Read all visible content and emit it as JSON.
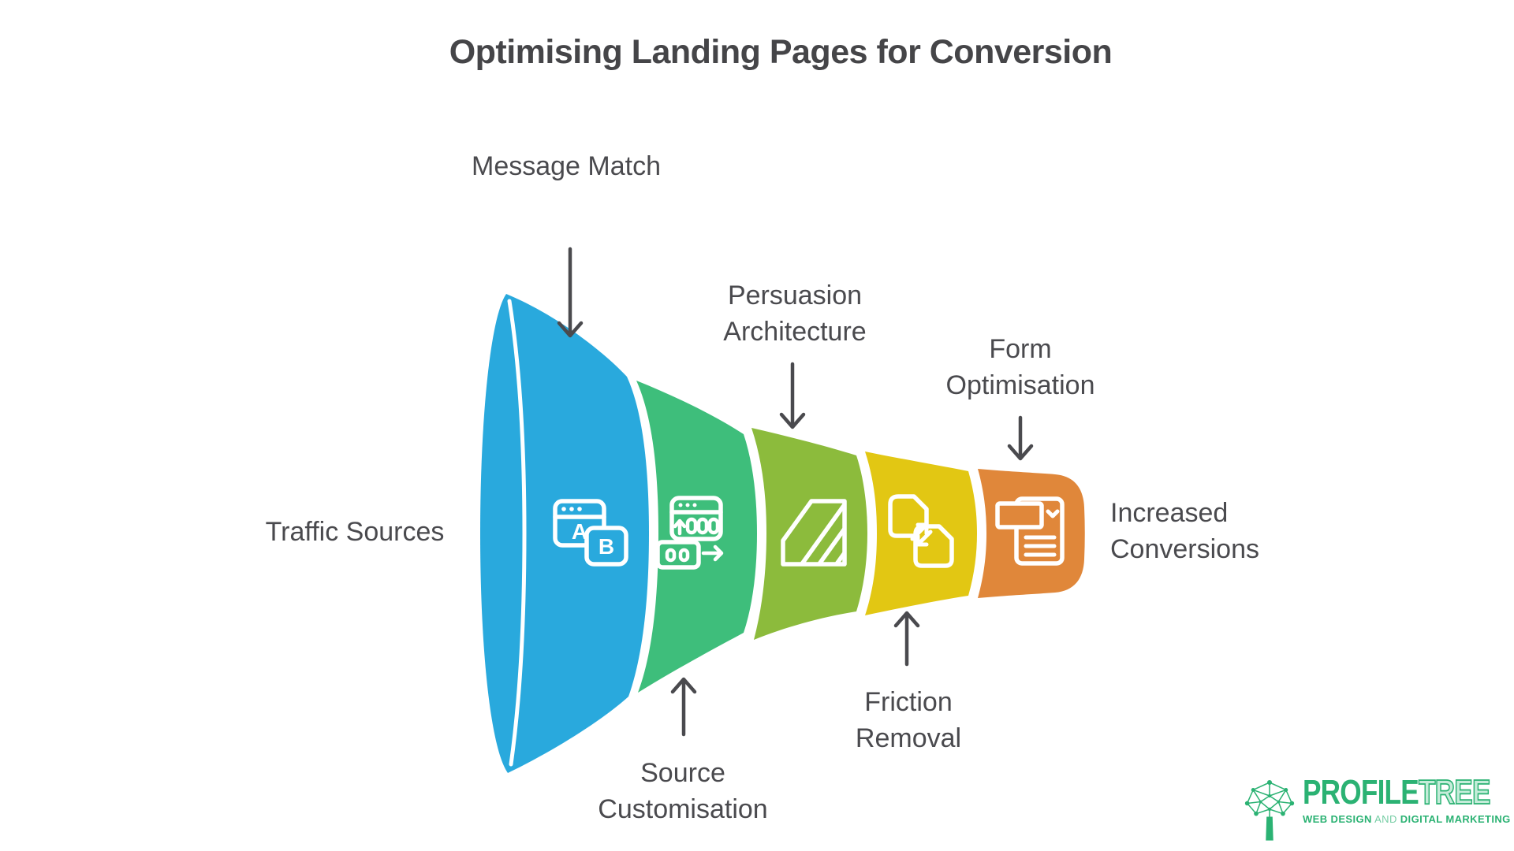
{
  "title": "Optimising Landing Pages for Conversion",
  "funnel": {
    "input_label": "Traffic Sources",
    "output_label": "Increased Conversions"
  },
  "stages": [
    {
      "label": "Message Match",
      "icon": "ab-test-windows-icon",
      "color": "#29a9dd",
      "label_position": "top"
    },
    {
      "label": "Source Customisation",
      "icon": "source-window-000-icon",
      "color": "#3ebe7b",
      "label_position": "bottom"
    },
    {
      "label": "Persuasion Architecture",
      "icon": "striped-prism-icon",
      "color": "#8cbb3c",
      "label_position": "top"
    },
    {
      "label": "Friction Removal",
      "icon": "document-swap-icon",
      "color": "#e2c713",
      "label_position": "bottom"
    },
    {
      "label": "Form Optimisation",
      "icon": "form-checklist-icon",
      "color": "#e0873a",
      "label_position": "top"
    }
  ],
  "icon_letters": {
    "a": "A",
    "b": "B"
  },
  "colors": {
    "bg": "#ffffff",
    "text": "#4a4a4e",
    "title": "#454548",
    "arrow": "#4a4a4e",
    "white": "#ffffff",
    "brand_green": "#2bb273"
  },
  "logo": {
    "brand_bold": "PROFILE",
    "brand_outline": "TREE",
    "tagline_web": "WEB DESIGN",
    "tagline_and": " AND ",
    "tagline_marketing": "DIGITAL MARKETING"
  }
}
